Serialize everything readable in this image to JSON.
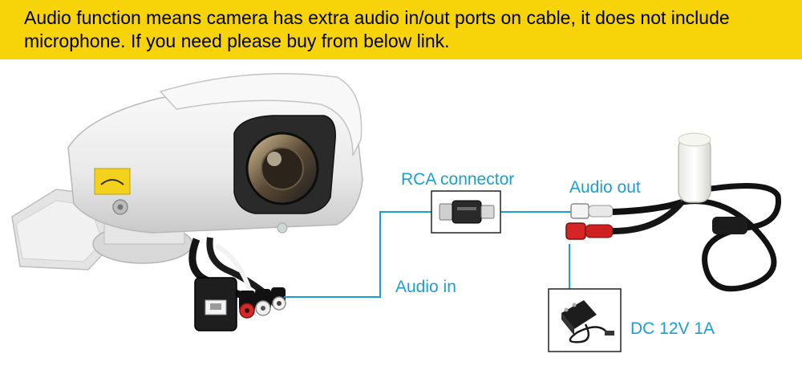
{
  "banner": {
    "text": "Audio function means camera has extra audio in/out ports on cable, it does not include microphone. If you need please buy from below link."
  },
  "diagram": {
    "labels": {
      "rca_connector": "RCA connector",
      "audio_out": "Audio out",
      "audio_in": "Audio in",
      "dc_power": "DC 12V 1A"
    },
    "colors": {
      "banner": "#f7d40a",
      "wire": "#1a9fd0",
      "label": "#1a9fd0"
    },
    "icons": [
      "ptz-camera",
      "rca-coupler",
      "rca-audio-plugs",
      "microphone",
      "power-adapter"
    ]
  }
}
